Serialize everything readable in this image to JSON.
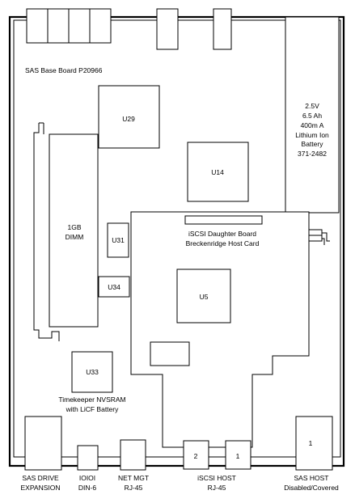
{
  "board": {
    "title": "SAS Base Board   P20966"
  },
  "chips": {
    "u29": "U29",
    "u14": "U14",
    "u31": "U31",
    "u34": "U34",
    "u33": "U33",
    "u5": "U5"
  },
  "dimm": {
    "line1": "1GB",
    "line2": "DIMM"
  },
  "battery": {
    "lines": [
      "2.5V",
      "6.5 Ah",
      "400m A",
      "Lithium  Ion",
      "Battery",
      "371-2482"
    ]
  },
  "daughter": {
    "line1": "iSCSI Daughter Board",
    "line2": "Breckenridge Host Card"
  },
  "nvram": {
    "line1": "Timekeeper  NVSRAM",
    "line2": "with LiCF Battery"
  },
  "ports": {
    "iscsi_port_2": "2",
    "iscsi_port_1": "1",
    "sas_host_port": "1"
  },
  "connector_labels": {
    "sas_drive": [
      "SAS DRIVE",
      "EXPANSION"
    ],
    "ioioi": [
      "IOIOI",
      "DIN-6"
    ],
    "net_mgt": [
      "NET MGT",
      "RJ-45"
    ],
    "iscsi_host": [
      "iSCSI  HOST",
      "RJ-45"
    ],
    "sas_host": [
      "SAS  HOST",
      "Disabled/Covered"
    ]
  }
}
